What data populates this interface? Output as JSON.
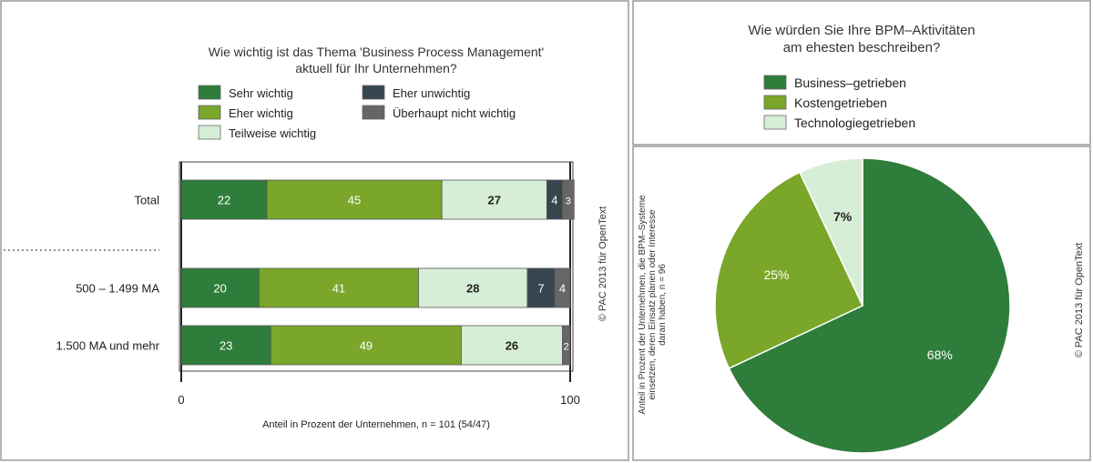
{
  "chart_data": [
    {
      "type": "bar",
      "orientation": "horizontal",
      "stacked": true,
      "title": "Wie wichtig ist das Thema 'Business Process Management' aktuell für Ihr Unternehmen?",
      "title_lines": [
        "Wie wichtig ist das Thema 'Business Process Management'",
        "aktuell für Ihr Unternehmen?"
      ],
      "categories": [
        "Total",
        "500 – 1.499 MA",
        "1.500 MA und mehr"
      ],
      "series": [
        {
          "name": "Sehr wichtig",
          "color": "#2e7d3a",
          "values": [
            22,
            20,
            23
          ]
        },
        {
          "name": "Eher wichtig",
          "color": "#7aa62a",
          "values": [
            45,
            41,
            49
          ]
        },
        {
          "name": "Teilweise wichtig",
          "color": "#d7eed6",
          "values": [
            27,
            28,
            26
          ]
        },
        {
          "name": "Eher unwichtig",
          "color": "#35464f",
          "values": [
            4,
            7,
            0
          ]
        },
        {
          "name": "Überhaupt nicht wichtig",
          "color": "#666666",
          "values": [
            3,
            4,
            2
          ]
        }
      ],
      "data_labels": [
        [
          "22",
          "45",
          "27",
          "4",
          "3"
        ],
        [
          "20",
          "41",
          "28",
          "7",
          "4"
        ],
        [
          "23",
          "49",
          "26",
          "",
          "2"
        ]
      ],
      "xlim": [
        0,
        100
      ],
      "x_ticks": [
        "0",
        "100"
      ],
      "xlabel": "Anteil in Prozent der Unternehmen, n = 101 (54/47)",
      "legend_position": "top",
      "copyright": "© PAC 2013 für OpenText"
    },
    {
      "type": "pie",
      "title": "Wie würden Sie Ihre BPM-Aktivitäten am ehesten beschreiben?",
      "title_lines": [
        "Wie würden Sie Ihre BPM–Aktivitäten",
        "am ehesten beschreiben?"
      ],
      "slices": [
        {
          "name": "Business–getrieben",
          "value": 68,
          "label": "68%",
          "color": "#2e7d3a"
        },
        {
          "name": "Kostengetrieben",
          "value": 25,
          "label": "25%",
          "color": "#7aa62a"
        },
        {
          "name": "Technologiegetrieben",
          "value": 7,
          "label": "7%",
          "color": "#d7eed6"
        }
      ],
      "note_lines": [
        "Anteil in Prozent der Unternehmen, die BPM–Systeme",
        "einsetzen, deren Einsatz planen oder Interesse",
        "daran haben, n = 96"
      ],
      "legend_position": "top",
      "copyright": "© PAC 2013 für OpenText"
    }
  ]
}
